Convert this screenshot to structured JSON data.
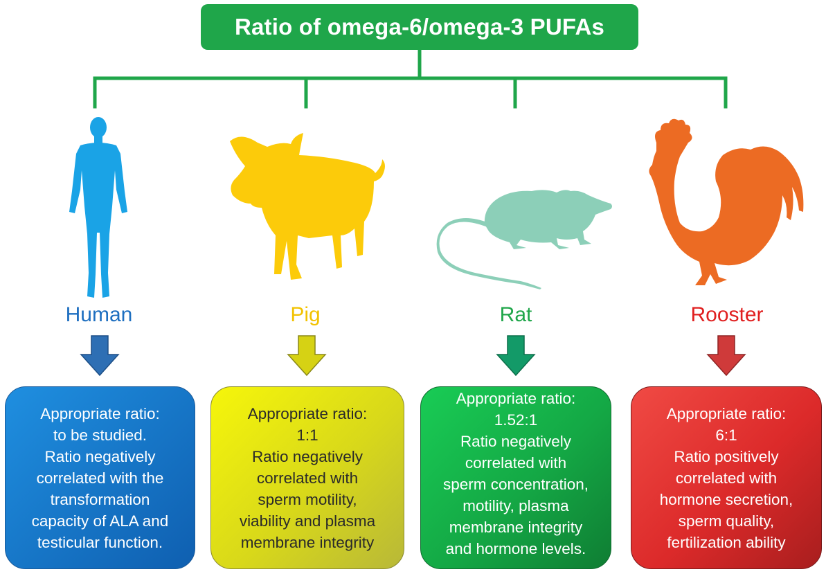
{
  "title": "Ratio of omega-6/omega-3 PUFAs",
  "colors": {
    "title_bg": "#1fa64a",
    "connector": "#1fa64a",
    "human": "#1aa3e6",
    "pig": "#fccb0a",
    "rat": "#8ccfb8",
    "rooster": "#ec6b23"
  },
  "animals": [
    {
      "label": "Human",
      "label_color": "#1e6fc0",
      "icon": "human-silhouette-icon",
      "arrow_color": "#2e6fb4",
      "box_text": "Appropriate ratio:\nto be studied.\nRatio negatively\ncorrelated with the\ntransformation\ncapacity of ALA and\ntesticular function."
    },
    {
      "label": "Pig",
      "label_color": "#f2c200",
      "icon": "pig-silhouette-icon",
      "arrow_color": "#d6d214",
      "box_text": "Appropriate ratio:\n1:1\nRatio negatively\ncorrelated with\nsperm motility,\nviability and plasma\nmembrane integrity"
    },
    {
      "label": "Rat",
      "label_color": "#1fa64a",
      "icon": "rat-silhouette-icon",
      "arrow_color": "#139a68",
      "box_text": "Appropriate ratio:\n1.52:1\nRatio negatively\ncorrelated with\nsperm concentration,\nmotility, plasma\nmembrane integrity\nand hormone levels."
    },
    {
      "label": "Rooster",
      "label_color": "#e01f1f",
      "icon": "rooster-silhouette-icon",
      "arrow_color": "#cf3a3a",
      "box_text": "Appropriate ratio:\n6:1\nRatio positively\ncorrelated with\nhormone secretion,\nsperm quality,\nfertilization ability"
    }
  ]
}
